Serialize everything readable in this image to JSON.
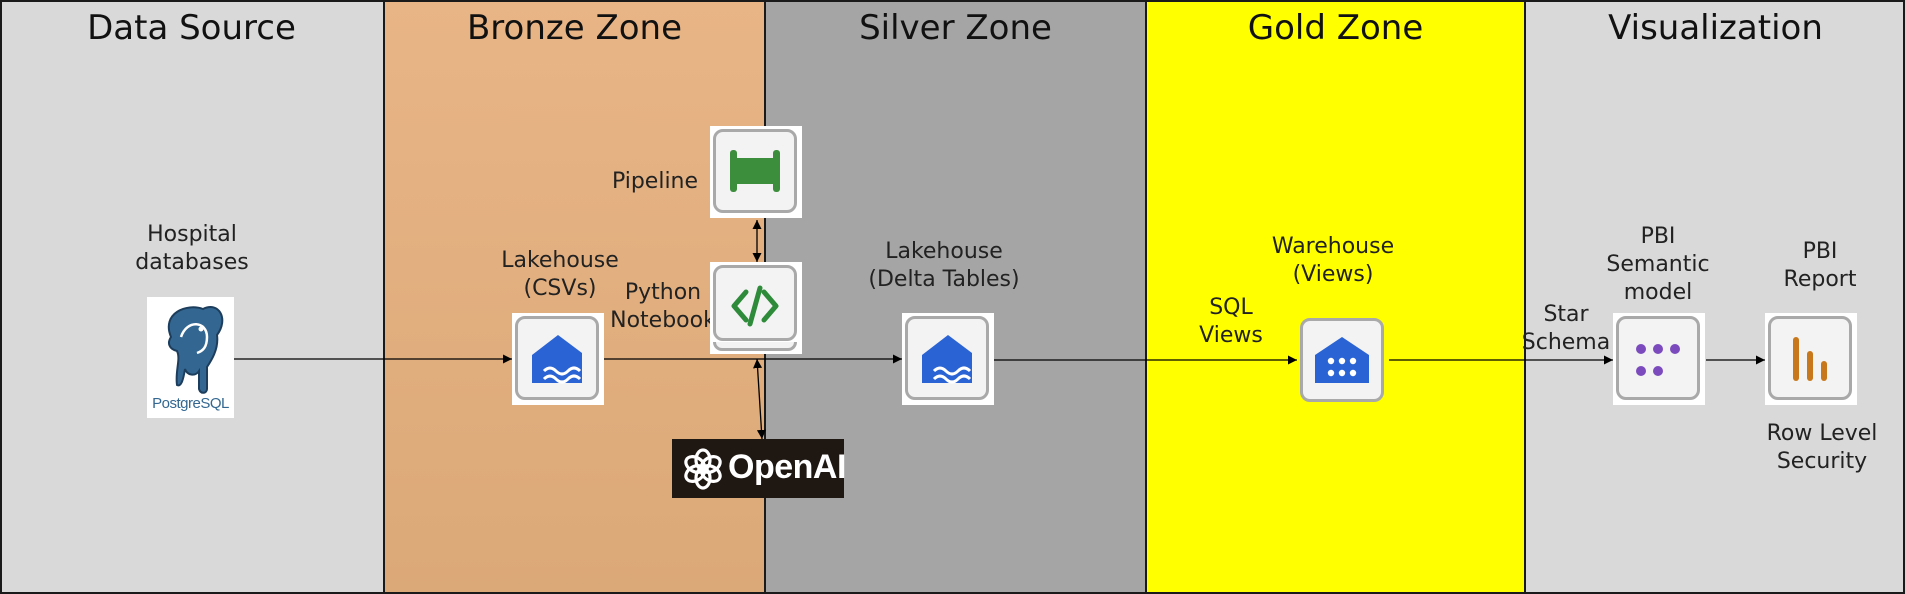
{
  "zones": [
    {
      "title": "Data Source",
      "color": "#d9d9d9"
    },
    {
      "title": "Bronze Zone",
      "color": "#e3b07f"
    },
    {
      "title": "Silver Zone",
      "color": "#a5a5a5"
    },
    {
      "title": "Gold Zone",
      "color": "#ffff00"
    },
    {
      "title": "Visualization",
      "color": "#d9d9d9"
    }
  ],
  "nodes": {
    "hospital_db": {
      "label": "Hospital\ndatabases",
      "icon": "postgresql-logo",
      "logo_text_a": "Postgre",
      "logo_text_b": "SQL"
    },
    "lakehouse_csv": {
      "label": "Lakehouse\n(CSVs)",
      "icon": "lakehouse-icon"
    },
    "pipeline": {
      "label": "Pipeline",
      "icon": "pipeline-icon"
    },
    "python_notebook": {
      "label": "Python\nNotebook",
      "icon": "notebook-icon"
    },
    "openai": {
      "logo_text": "OpenAI",
      "icon": "openai-logo"
    },
    "lakehouse_delta": {
      "label": "Lakehouse\n(Delta Tables)",
      "icon": "lakehouse-icon"
    },
    "sql_views": {
      "label": "SQL\nViews"
    },
    "warehouse": {
      "label": "Warehouse\n(Views)",
      "icon": "warehouse-icon"
    },
    "star_schema": {
      "label": "Star\nSchema"
    },
    "semantic_model": {
      "label": "PBI\nSemantic\nmodel",
      "icon": "semantic-model-icon"
    },
    "pbi_report": {
      "label": "PBI\nReport",
      "icon": "report-icon"
    },
    "rls": {
      "label": "Row Level\nSecurity"
    }
  },
  "colors": {
    "fabric_blue": "#2a63d4",
    "notebook_green": "#2e8b3a",
    "pipeline_green": "#3c8d3c",
    "semantic_purple": "#7b4bbd",
    "report_orange": "#c8781a",
    "postgres_blue": "#336791"
  }
}
